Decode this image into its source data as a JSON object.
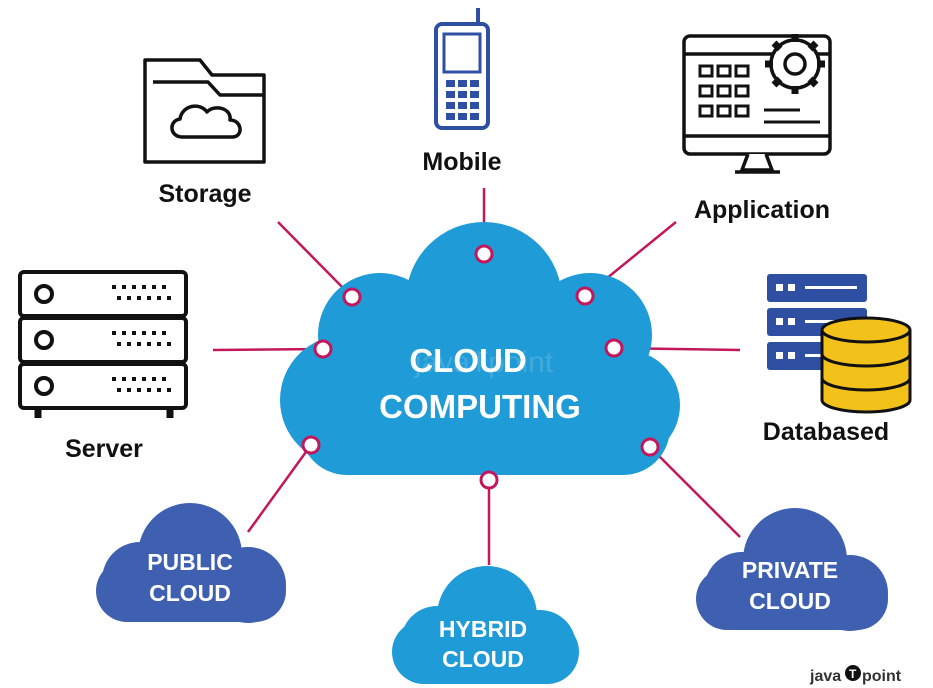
{
  "center": {
    "line1": "CLOUD",
    "line2": "COMPUTING",
    "watermark": "javaTpoint"
  },
  "nodes": {
    "storage": "Storage",
    "mobile": "Mobile",
    "application": "Application",
    "server": "Server",
    "databased": "Databased"
  },
  "clouds": {
    "public": {
      "line1": "PUBLIC",
      "line2": "CLOUD"
    },
    "hybrid": {
      "line1": "HYBRID",
      "line2": "CLOUD"
    },
    "private": {
      "line1": "PRIVATE",
      "line2": "CLOUD"
    }
  },
  "logo": {
    "java": "java",
    "point": "point"
  },
  "colors": {
    "main_cloud": "#1f9bd7",
    "sub_cloud_dark": "#3f5fb0",
    "sub_cloud_light": "#1f9bd7",
    "connector": "#c2185b",
    "icon_outline": "#111111",
    "icon_blue": "#2f4fa3",
    "database_yellow": "#f2c21b"
  }
}
